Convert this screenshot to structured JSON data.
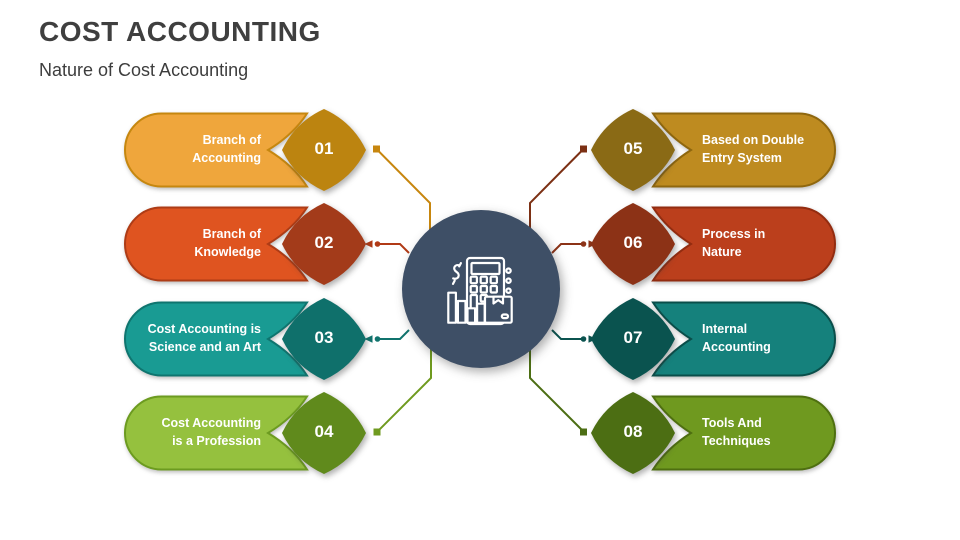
{
  "title": "COST ACCOUNTING",
  "subtitle": "Nature of Cost Accounting",
  "center": {
    "icon": "calculator-analytics-icon",
    "color": "#3E4F66",
    "icon_color": "#FFFFFF"
  },
  "items": [
    {
      "number": "01",
      "line1": "Branch of",
      "line2": "Accounting",
      "pill_fill": "#EFA63C",
      "pill_border": "#C6870F",
      "diamond_fill": "#BC8410",
      "connector": "#C7860E"
    },
    {
      "number": "02",
      "line1": "Branch of",
      "line2": "Knowledge",
      "pill_fill": "#DF5420",
      "pill_border": "#AE3C16",
      "diamond_fill": "#A33B1A",
      "connector": "#B13A16"
    },
    {
      "number": "03",
      "line1": "Cost Accounting is",
      "line2": "Science and an Art",
      "pill_fill": "#199B93",
      "pill_border": "#0F756F",
      "diamond_fill": "#0F706B",
      "connector": "#10736D"
    },
    {
      "number": "04",
      "line1": "Cost Accounting",
      "line2": "is a Profession",
      "pill_fill": "#95C13E",
      "pill_border": "#6C9B20",
      "diamond_fill": "#608A1C",
      "connector": "#6F9A1F"
    },
    {
      "number": "05",
      "line1": "Based on Double",
      "line2": "Entry System",
      "pill_fill": "#BE8B20",
      "pill_border": "#8F670E",
      "diamond_fill": "#8A6A15",
      "connector": "#7C3014"
    },
    {
      "number": "06",
      "line1": "Process in",
      "line2": "Nature",
      "pill_fill": "#BB3F1C",
      "pill_border": "#932C10",
      "diamond_fill": "#8C3216",
      "connector": "#8C3317"
    },
    {
      "number": "07",
      "line1": "Internal",
      "line2": "Accounting",
      "pill_fill": "#15817C",
      "pill_border": "#0A4E4A",
      "diamond_fill": "#0A534F",
      "connector": "#0B534F"
    },
    {
      "number": "08",
      "line1": "Tools And",
      "line2": "Techniques",
      "pill_fill": "#6F991F",
      "pill_border": "#4E6F10",
      "diamond_fill": "#4C6E13",
      "connector": "#4C6E14"
    }
  ]
}
